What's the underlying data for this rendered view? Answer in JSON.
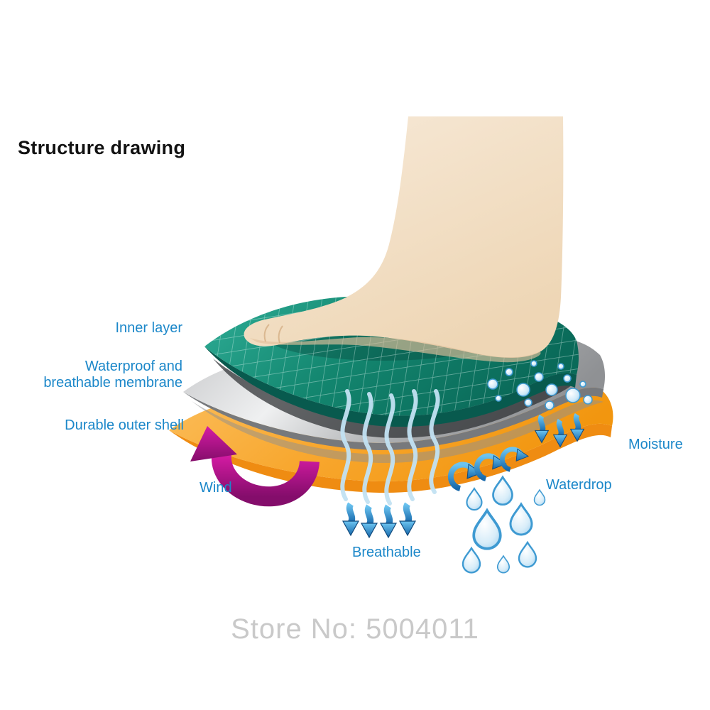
{
  "header": {
    "title": "Structure drawing"
  },
  "diagram": {
    "labels": {
      "inner_layer": "Inner layer",
      "membrane_line1": "Waterproof and",
      "membrane_line2": "breathable membrane",
      "outer_shell": "Durable outer shell",
      "wind": "Wind",
      "breathable": "Breathable",
      "waterdrop": "Waterdrop",
      "moisture": "Moisture"
    },
    "layers": [
      {
        "name": "inner-layer",
        "color": "#13866f"
      },
      {
        "name": "waterproof-breathable-membrane",
        "color": "#b9babc"
      },
      {
        "name": "durable-outer-shell",
        "color": "#f8a72e"
      }
    ],
    "icon_colors": {
      "wind_arrow_magenta": "#c515a0",
      "blue_arrows": "#1f7fc0",
      "water_blue": "#3e9ad2",
      "label_text_blue": "#1b87c9",
      "skin": "#f1e0c8"
    }
  },
  "footer": {
    "watermark": "Store No: 5004011"
  }
}
